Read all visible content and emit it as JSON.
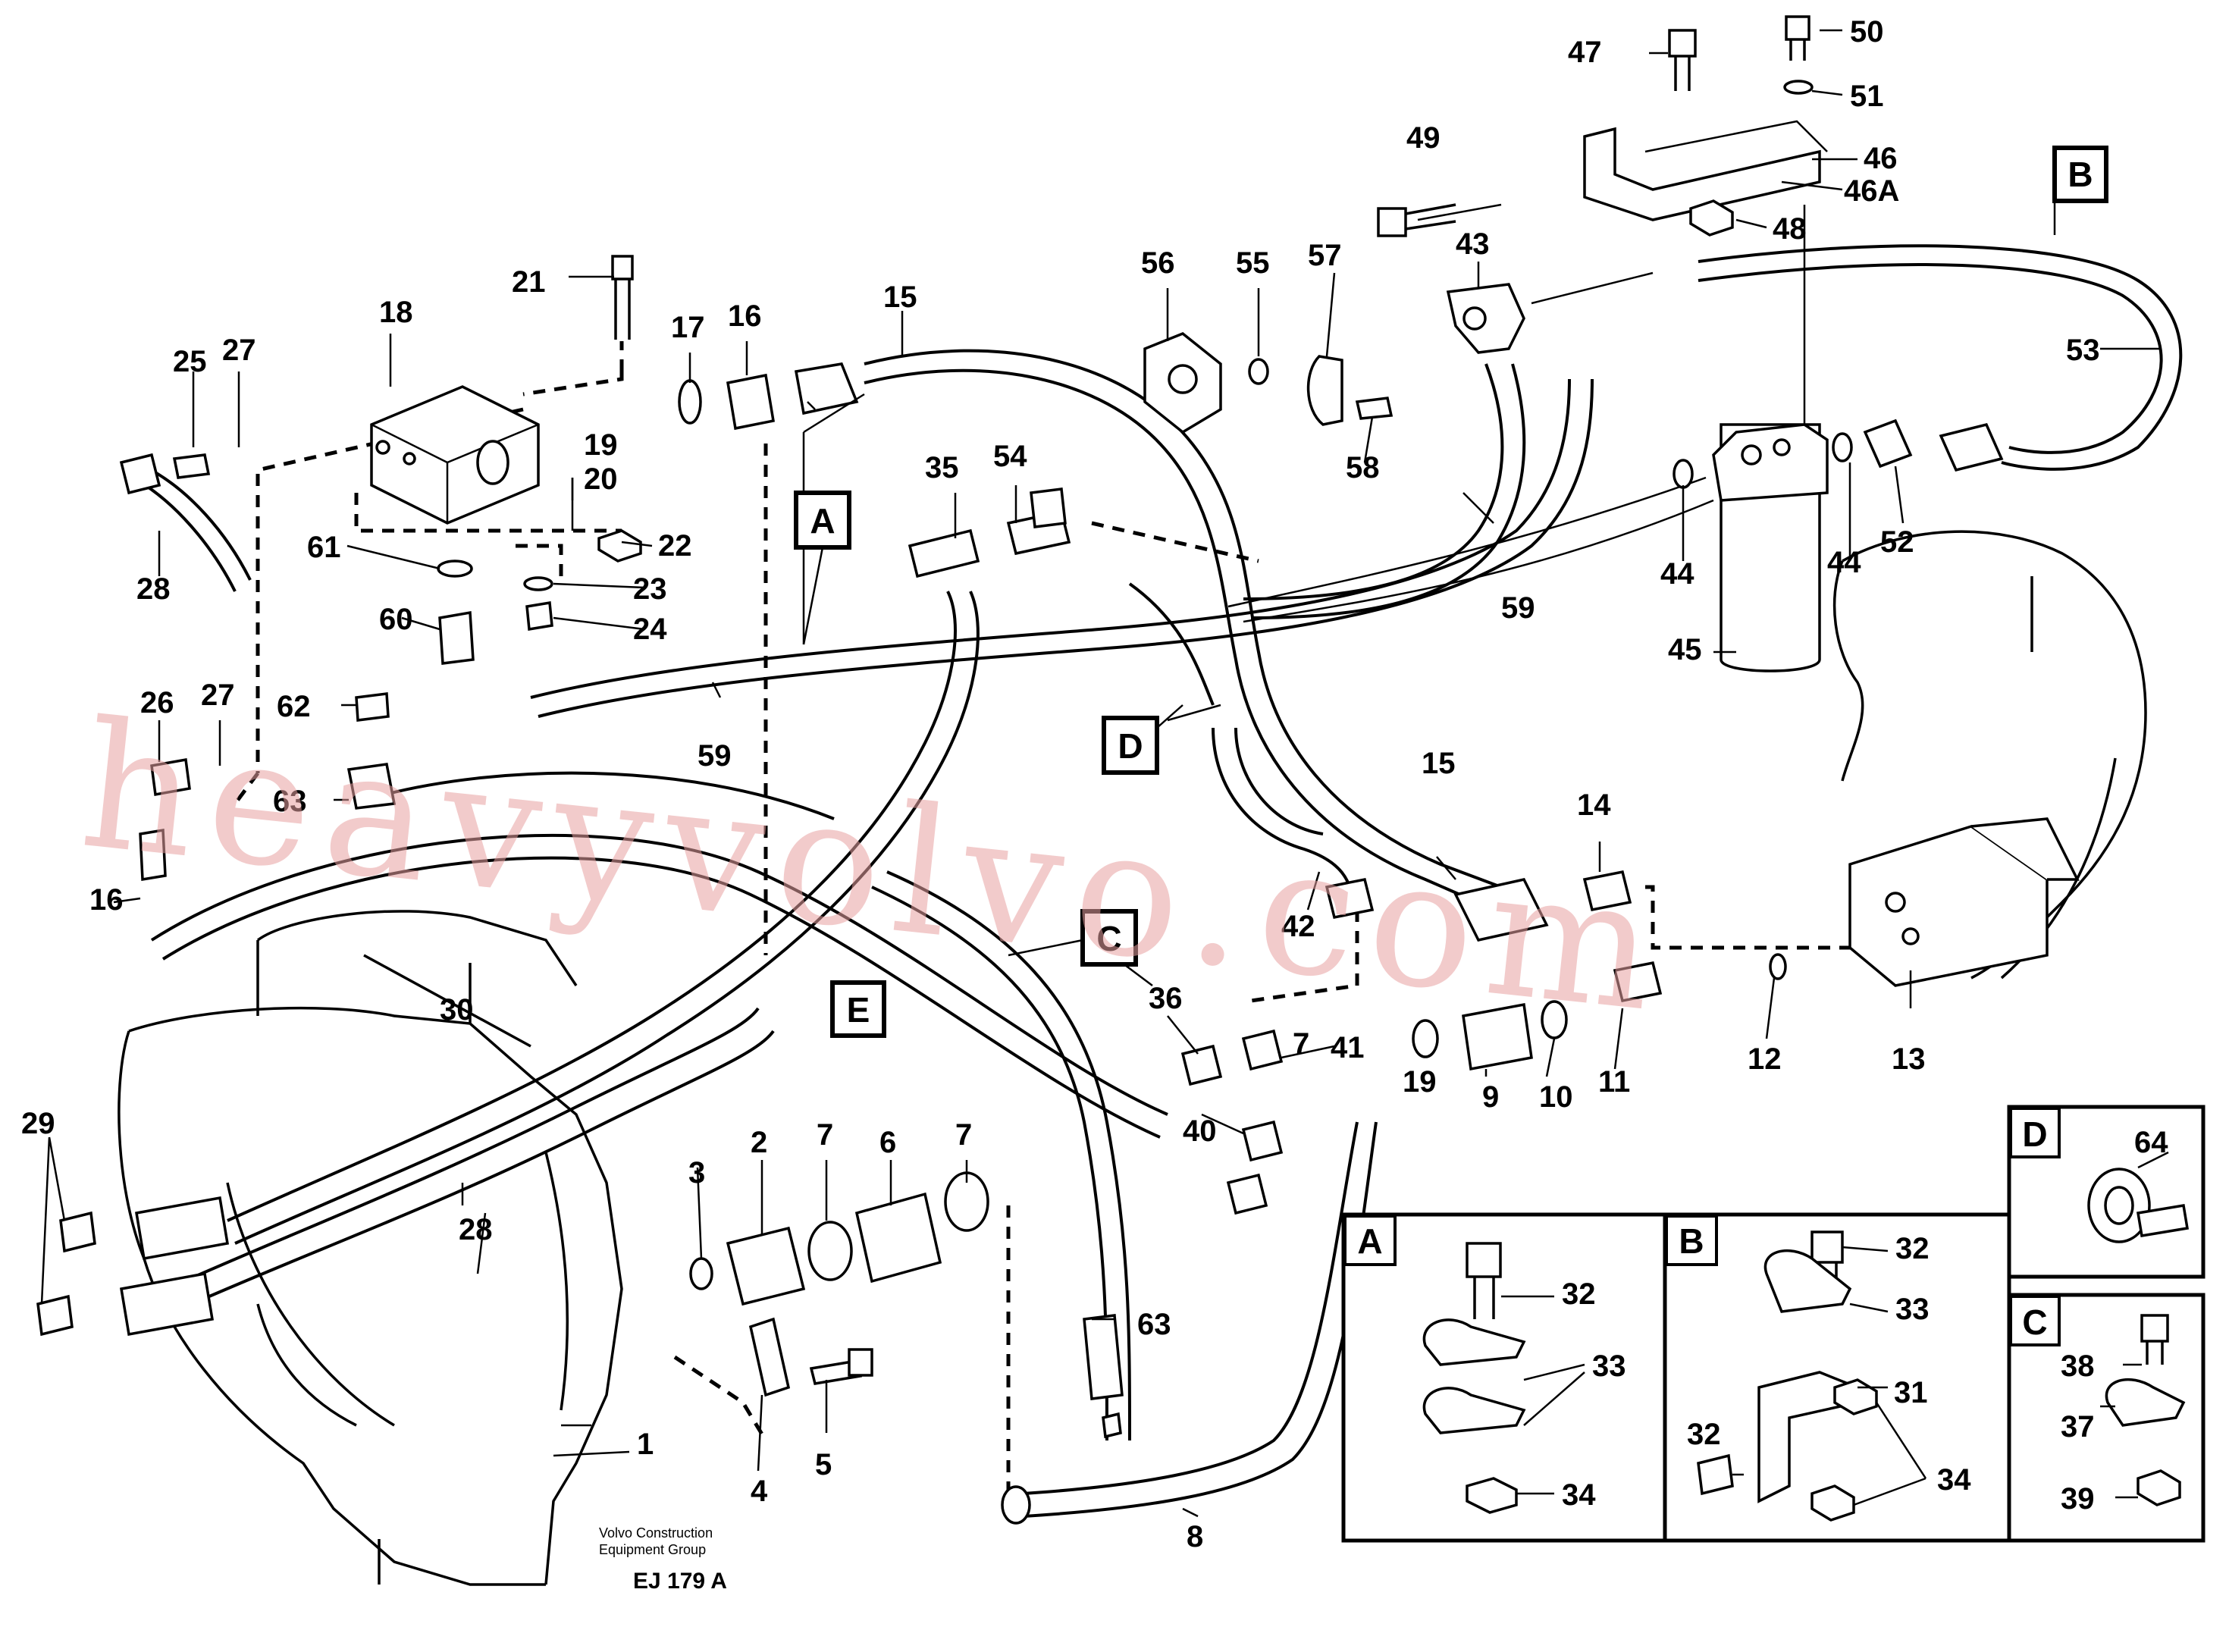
{
  "diagram": {
    "callouts": [
      "1",
      "2",
      "3",
      "4",
      "5",
      "6",
      "7",
      "8",
      "9",
      "10",
      "11",
      "12",
      "13",
      "14",
      "15",
      "16",
      "17",
      "18",
      "19",
      "20",
      "21",
      "22",
      "23",
      "24",
      "25",
      "26",
      "27",
      "28",
      "29",
      "30",
      "31",
      "32",
      "33",
      "34",
      "35",
      "36",
      "37",
      "38",
      "39",
      "40",
      "41",
      "42",
      "43",
      "44",
      "45",
      "46",
      "46A",
      "47",
      "48",
      "49",
      "50",
      "51",
      "52",
      "53",
      "54",
      "55",
      "56",
      "57",
      "58",
      "59",
      "60",
      "61",
      "62",
      "63",
      "64"
    ],
    "section_labels": [
      "A",
      "B",
      "C",
      "D",
      "E"
    ],
    "company_line1": "Volvo Construction",
    "company_line2": "Equipment Group",
    "drawing_ref": "EJ 179 A",
    "watermark": "heavyvolvo.com"
  }
}
